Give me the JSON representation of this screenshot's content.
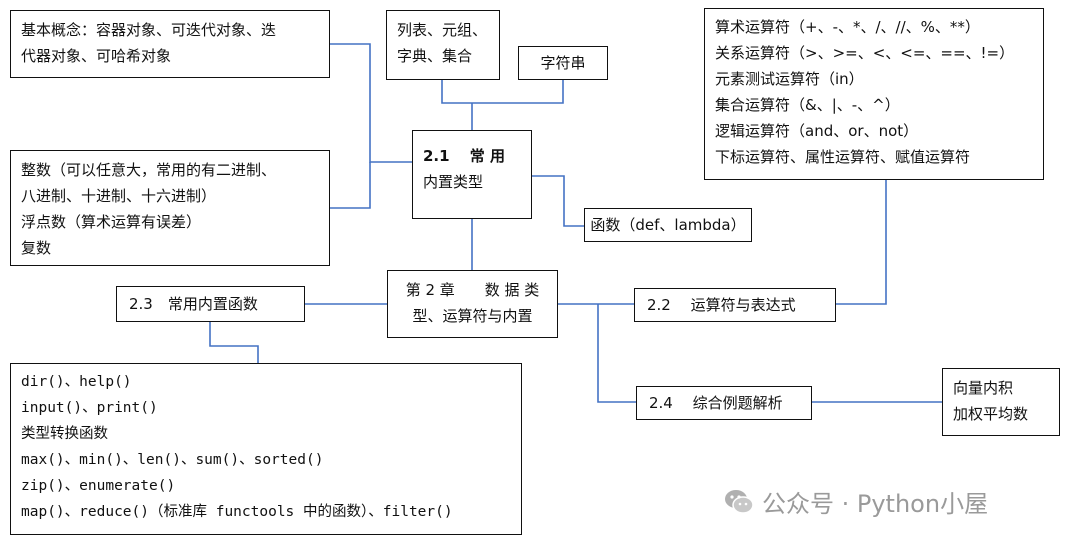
{
  "nodes": {
    "concepts": [
      "基本概念：容器对象、可迭代对象、迭",
      "代器对象、可哈希对象"
    ],
    "containers": [
      "列表、元组、",
      "字典、集合"
    ],
    "string": "字符串",
    "operators_list": [
      "算术运算符（+、-、*、/、//、%、**）",
      "关系运算符（>、>=、<、<=、==、!=）",
      "元素测试运算符（in）",
      "集合运算符（&、|、-、^）",
      "逻辑运算符（and、or、not）",
      "下标运算符、属性运算符、赋值运算符"
    ],
    "numbers": [
      "整数（可以任意大，常用的有二进制、",
      "八进制、十进制、十六进制）",
      "浮点数（算术运算有误差）",
      "复数"
    ],
    "section_2_1": [
      "2.1　 常 用",
      "内置类型"
    ],
    "functions": "函数（def、lambda）",
    "section_2_3": "2.3　常用内置函数",
    "chapter": [
      "第 2 章　　数 据 类",
      "型、运算符与内置"
    ],
    "section_2_2": "2.2　 运算符与表达式",
    "builtin_functions": [
      "dir()、help()",
      "input()、print()",
      "类型转换函数",
      "max()、min()、len()、sum()、sorted()",
      "zip()、enumerate()",
      "map()、reduce()（标准库 functools 中的函数）、filter()"
    ],
    "section_2_4": "2.4　 综合例题解析",
    "examples": [
      "向量内积",
      "加权平均数"
    ]
  },
  "watermark": {
    "text": "公众号 · Python小屋",
    "icon": "wechat-icon"
  },
  "colors": {
    "connector": "#4472c4",
    "border": "#111111",
    "watermark": "#9a9a9a"
  }
}
